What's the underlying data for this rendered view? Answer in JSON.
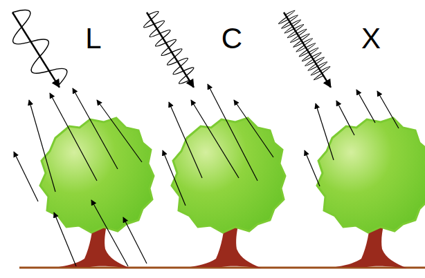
{
  "diagram": {
    "labels": [
      "L",
      "C",
      "X"
    ]
  }
}
